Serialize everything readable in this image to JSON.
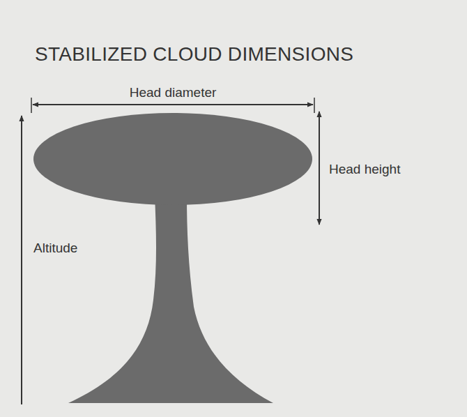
{
  "diagram": {
    "title": "STABILIZED CLOUD DIMENSIONS",
    "labels": [
      "Head diameter",
      "Head height",
      "Altitude"
    ]
  }
}
